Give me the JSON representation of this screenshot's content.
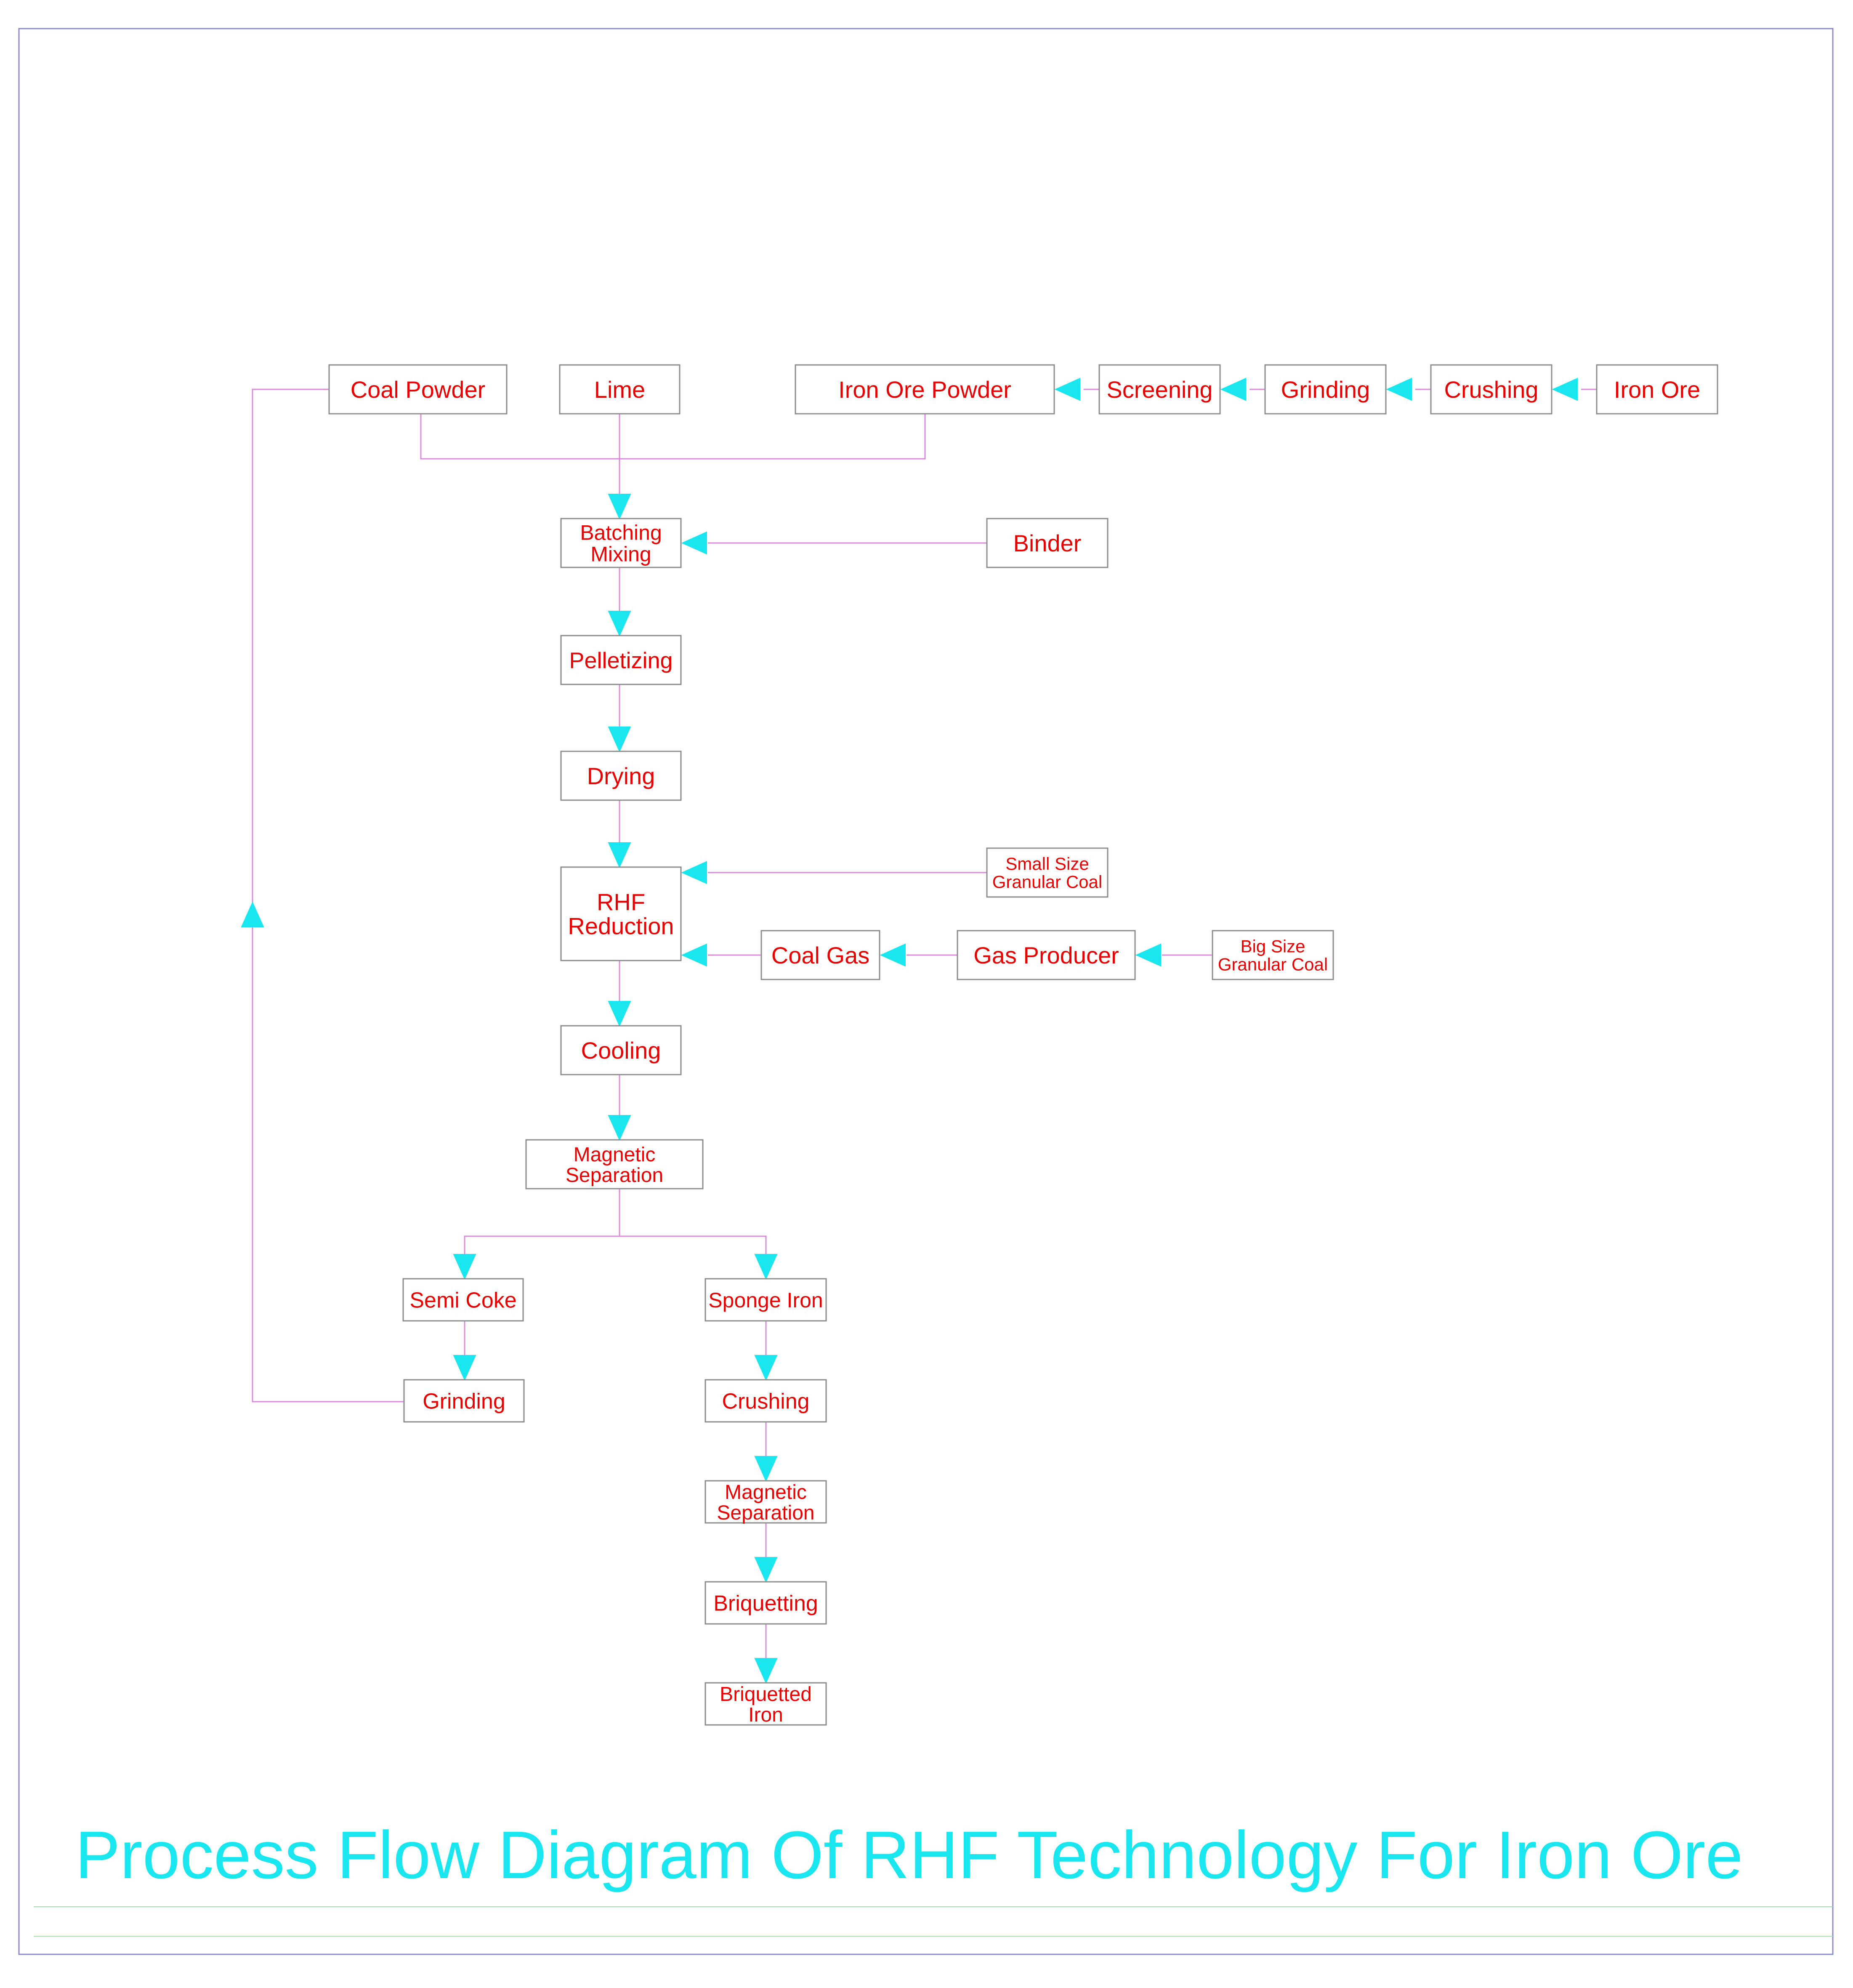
{
  "title": "Process Flow Diagram Of RHF Technology For Iron Ore",
  "colors": {
    "box_text": "#e60000",
    "arrow": "#19e6ee",
    "connector": "#d98ad9",
    "box_border": "#8c8c8c",
    "frame": "#8a8ac8",
    "title": "#19e6ee"
  },
  "nodes": {
    "coal_powder": [
      "Coal Powder"
    ],
    "lime": [
      "Lime"
    ],
    "iron_ore_powder": [
      "Iron Ore Powder"
    ],
    "screening": [
      "Screening"
    ],
    "grinding_top": [
      "Grinding"
    ],
    "crushing_top": [
      "Crushing"
    ],
    "iron_ore": [
      "Iron Ore"
    ],
    "batching_mixing": [
      "Batching",
      "Mixing"
    ],
    "binder": [
      "Binder"
    ],
    "pelletizing": [
      "Pelletizing"
    ],
    "drying": [
      "Drying"
    ],
    "rhf_reduction": [
      "RHF",
      "Reduction"
    ],
    "small_size_coal": [
      "Small Size",
      "Granular Coal"
    ],
    "coal_gas": [
      "Coal Gas"
    ],
    "gas_producer": [
      "Gas Producer"
    ],
    "big_size_coal": [
      "Big Size",
      "Granular Coal"
    ],
    "cooling": [
      "Cooling"
    ],
    "magnetic_separation_1": [
      "Magnetic",
      "Separation"
    ],
    "semi_coke": [
      "Semi Coke"
    ],
    "grinding_bottom": [
      "Grinding"
    ],
    "sponge_iron": [
      "Sponge Iron"
    ],
    "crushing_bottom": [
      "Crushing"
    ],
    "magnetic_separation_2": [
      "Magnetic",
      "Separation"
    ],
    "briquetting": [
      "Briquetting"
    ],
    "briquetted_iron": [
      "Briquetted",
      "Iron"
    ]
  }
}
